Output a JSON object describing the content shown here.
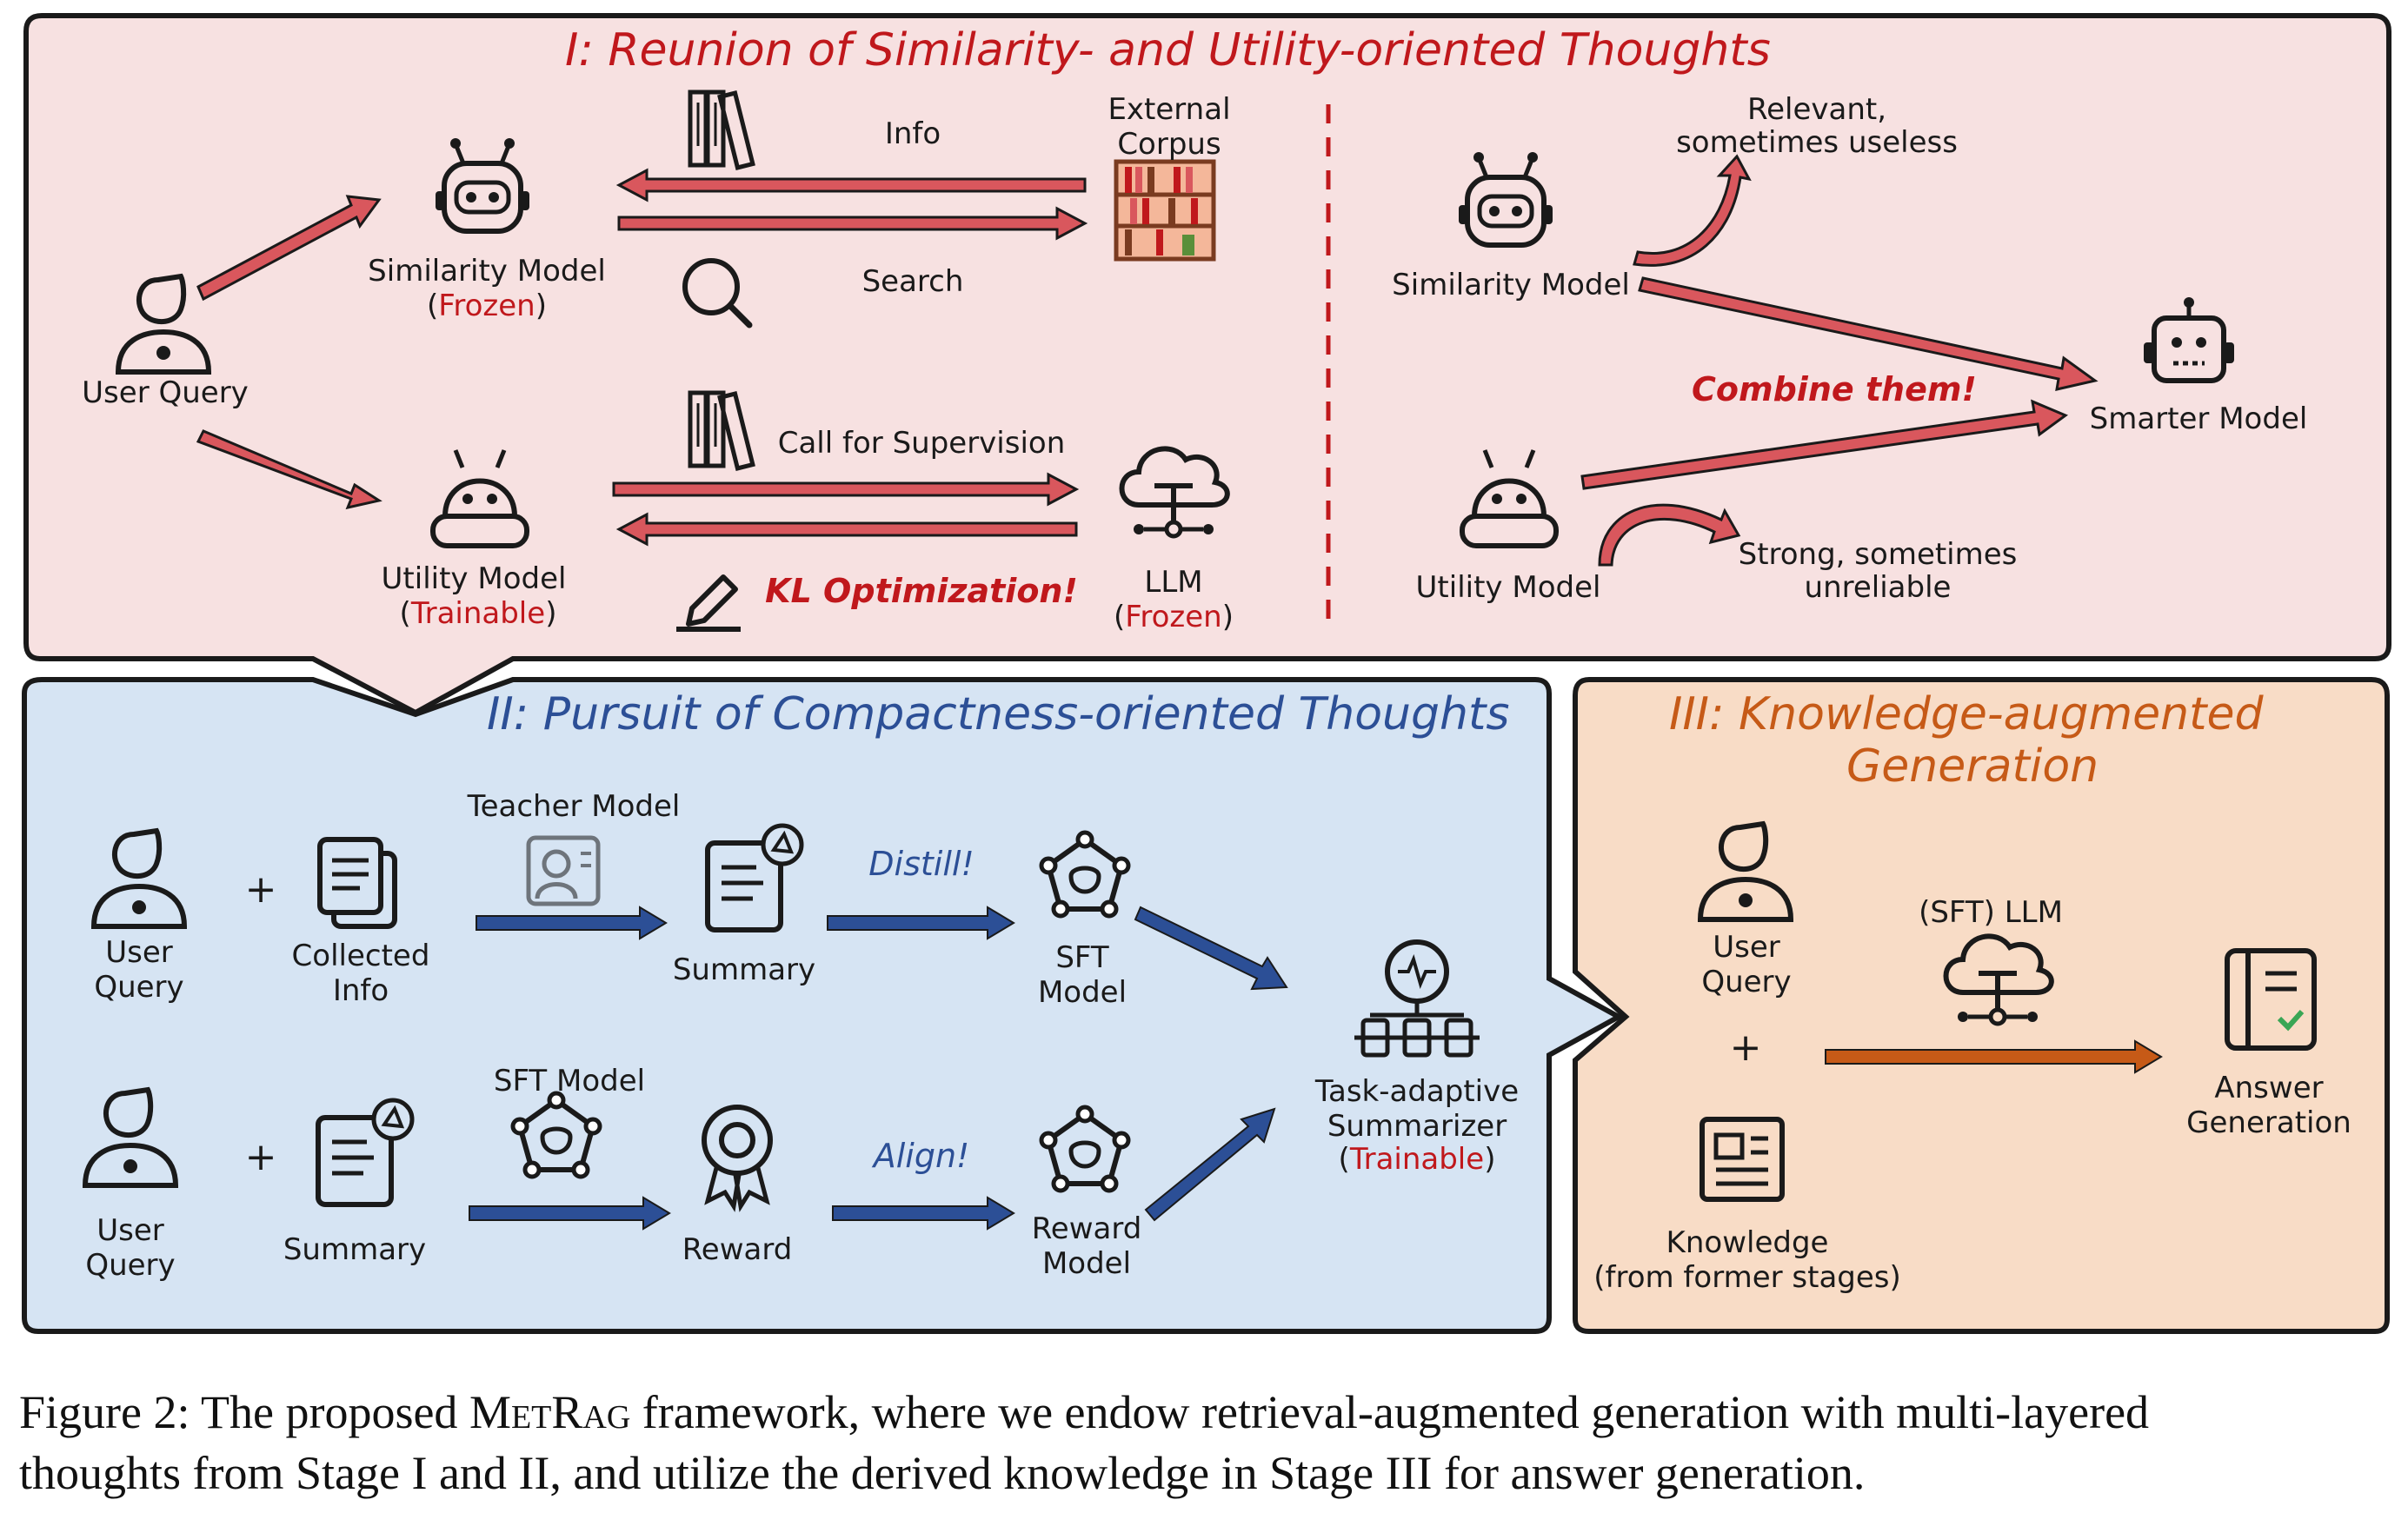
{
  "stage1": {
    "title": "I: Reunion of Similarity- and Utility-oriented Thoughts",
    "left": {
      "user_query": "User Query",
      "similarity_model": "Similarity Model",
      "frozen_1": "Frozen",
      "utility_model": "Utility Model",
      "trainable_1": "Trainable",
      "info": "Info",
      "search": "Search",
      "external_corpus_line1": "External",
      "external_corpus_line2": "Corpus",
      "call_for_supervision": "Call for Supervision",
      "kl_optimization": "KL Optimization!",
      "llm": "LLM",
      "frozen_2": "Frozen"
    },
    "right": {
      "similarity_model": "Similarity Model",
      "utility_model": "Utility Model",
      "relevant_line1": "Relevant,",
      "relevant_line2": "sometimes useless",
      "strong_line1": "Strong, sometimes",
      "strong_line2": "unreliable",
      "combine": "Combine them!",
      "smarter_model": "Smarter Model"
    }
  },
  "stage2": {
    "title": "II: Pursuit of Compactness-oriented Thoughts",
    "row1": {
      "user_query_line1": "User",
      "user_query_line2": "Query",
      "plus": "+",
      "collected_line1": "Collected",
      "collected_line2": "Info",
      "teacher_model": "Teacher Model",
      "summary": "Summary",
      "distill": "Distill!",
      "sft_line1": "SFT",
      "sft_line2": "Model"
    },
    "row2": {
      "user_query_line1": "User",
      "user_query_line2": "Query",
      "plus": "+",
      "summary": "Summary",
      "sft_model": "SFT Model",
      "reward": "Reward",
      "align": "Align!",
      "reward_model_line1": "Reward",
      "reward_model_line2": "Model"
    },
    "summarizer_line1": "Task-adaptive",
    "summarizer_line2": "Summarizer",
    "trainable": "Trainable"
  },
  "stage3": {
    "title_line1": "III: Knowledge-augmented",
    "title_line2": "Generation",
    "user_query_line1": "User",
    "user_query_line2": "Query",
    "plus": "+",
    "knowledge_line1": "Knowledge",
    "knowledge_line2": "(from former stages)",
    "sft_llm": "(SFT) LLM",
    "answer_line1": "Answer",
    "answer_line2": "Generation"
  },
  "caption": {
    "prefix": "Figure 2: The proposed ",
    "name": "MetRag",
    "rest_line1": " framework, where we endow retrieval-augmented generation with multi-layered",
    "line2": "thoughts from Stage I and II, and utilize the derived knowledge in Stage III for answer generation."
  },
  "colors": {
    "stage1_bg": "#f7e1e1",
    "stage2_bg": "#d6e4f3",
    "stage3_bg": "#f8dcc6",
    "red_arrow": "#d9575d",
    "blue_arrow": "#2c4f96",
    "orange_arrow": "#c65a17",
    "accent_red": "#c0181c"
  }
}
